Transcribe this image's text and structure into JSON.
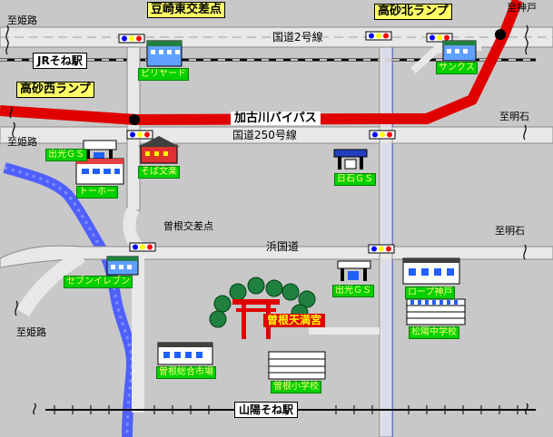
{
  "labels": {
    "mamezaki_east": "豆崎東交差点",
    "takasago_north_ramp": "高砂北ランプ",
    "to_kobe": "至神戸",
    "to_himeji_top": "至姫路",
    "route2": "国道2号線",
    "jr_sone_station": "JRそね駅",
    "pleiade": "ピリヤード",
    "sunks": "サンクス",
    "takasago_west_ramp": "高砂西ランプ",
    "kakogawa_bypass": "加古川バイパス",
    "to_akashi_upper": "至明石",
    "to_himeji_mid": "至姫路",
    "route250": "国道250号線",
    "idemitsu_gs_upper": "出光ＧＳ",
    "soba_bunraku": "そば文楽",
    "nisseki_gs": "日石ＧＳ",
    "tohoo": "トーホー",
    "sone_intersection": "曽根交差点",
    "to_akashi_lower": "至明石",
    "hamakoku_road": "浜国道",
    "seven_eleven": "セブンイレブン",
    "idemitsu_gs_lower": "出光ＧＳ",
    "loop_kobe": "ロープ神戸",
    "to_himeji_lower": "至姫路",
    "sone_tenmangu": "曽根天満宮",
    "matsuyo_junior_high": "松陽中学校",
    "sone_market": "曽根総合市場",
    "sone_elementary": "曽根小学校",
    "sanyo_sone_station": "山陽そね駅"
  },
  "colors": {
    "background": "#c8c8c8",
    "road": "#e8e8e8",
    "road_border": "#8a8a8a",
    "bypass": "#e00000",
    "river": "#5060ff",
    "rail": "#000000",
    "label_green": "#00d000",
    "label_yellow": "#ffff66"
  },
  "icons": [
    "traffic-signal-icon",
    "building-icon",
    "gas-station-icon",
    "torii-gate-icon",
    "tree-icon",
    "school-icon"
  ]
}
